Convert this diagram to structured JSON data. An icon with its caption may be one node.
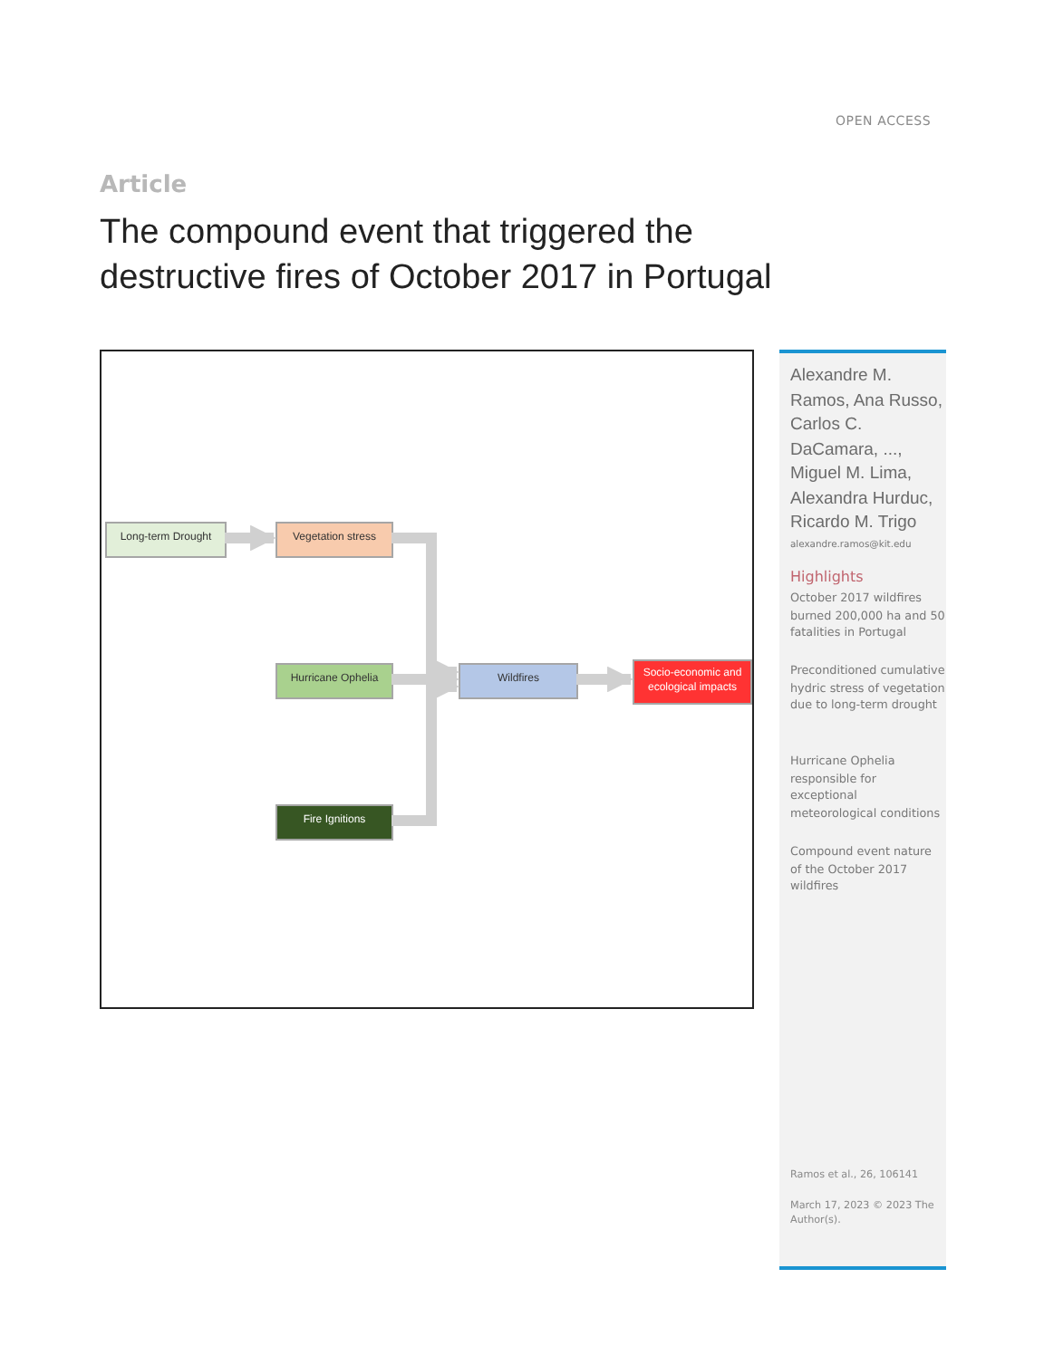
{
  "diagram": {
    "title": "The compound event that triggered the destructive fires of October 2017 in Portugal",
    "nodes": [
      {
        "text": [
          "Long-term Drought"
        ]
      },
      {
        "text": [
          "Vegetation stress"
        ]
      },
      {
        "text": [
          "Hurricane Ophelia"
        ]
      },
      {
        "text": [
          "Wildfires"
        ]
      },
      {
        "text": [
          "Socio-economic and ecological impacts"
        ]
      },
      {
        "text": [
          "Fire Ignitions"
        ]
      }
    ],
    "edges": [
      {
        "from": 0,
        "to": 1,
        "arrow": "to"
      },
      {
        "from": 1,
        "to": 3,
        "arrow": "to"
      },
      {
        "from": 2,
        "to": 3,
        "arrow": "to"
      },
      {
        "from": 5,
        "to": 3,
        "arrow": "to"
      },
      {
        "from": 3,
        "to": 4,
        "arrow": "to"
      }
    ],
    "labels": [
      "Article",
      "OPEN ACCESS",
      "Alexandre M. Ramos, Ana Russo, Carlos C. DaCamara, ..., Miguel M. Lima, Alexandra Hurduc, Ricardo M. Trigo",
      "alexandre.ramos@kit.edu",
      "Highlights",
      "October 2017 wildfires burned 200,000 ha and 50 fatalities in Portugal",
      "Preconditioned cumulative hydric stress of vegetation due to long-term drought",
      "Hurricane Ophelia responsible for exceptional meteorological conditions",
      "Compound event nature of the October 2017 wildfires",
      "Ramos et al., 26, 106141",
      "March 17, 2023 © 2023 The Author(s)."
    ]
  }
}
